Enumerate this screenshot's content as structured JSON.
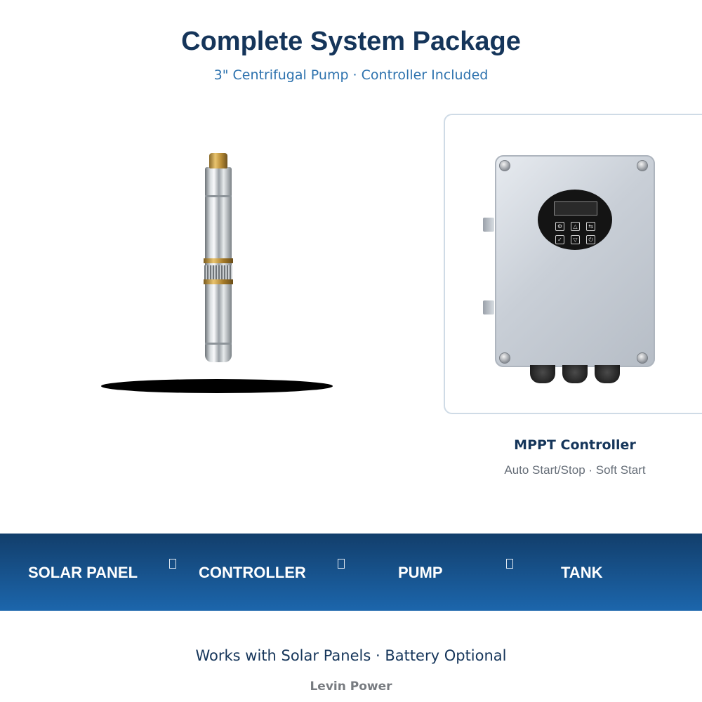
{
  "header": {
    "title": "Complete System Package",
    "subtitle": "3\" Centrifugal Pump · Controller Included"
  },
  "controller": {
    "name": "MPPT Controller",
    "features": "Auto Start/Stop · Soft Start",
    "keypad_icons": [
      "gear-icon",
      "up-arrow-icon",
      "switch-icon",
      "enter-icon",
      "down-arrow-icon",
      "power-icon"
    ]
  },
  "flow": {
    "items": [
      "SOLAR PANEL",
      "CONTROLLER",
      "PUMP",
      "TANK"
    ],
    "arrow_icon": "arrow-icon"
  },
  "footer": {
    "tagline": "Works with Solar Panels · Battery Optional",
    "brand": "Levin Power"
  },
  "colors": {
    "title": "#15355a",
    "subtitle": "#2d72ae",
    "band_top": "#123e6b",
    "band_bottom": "#1c66ac",
    "muted_text": "#666e78"
  }
}
